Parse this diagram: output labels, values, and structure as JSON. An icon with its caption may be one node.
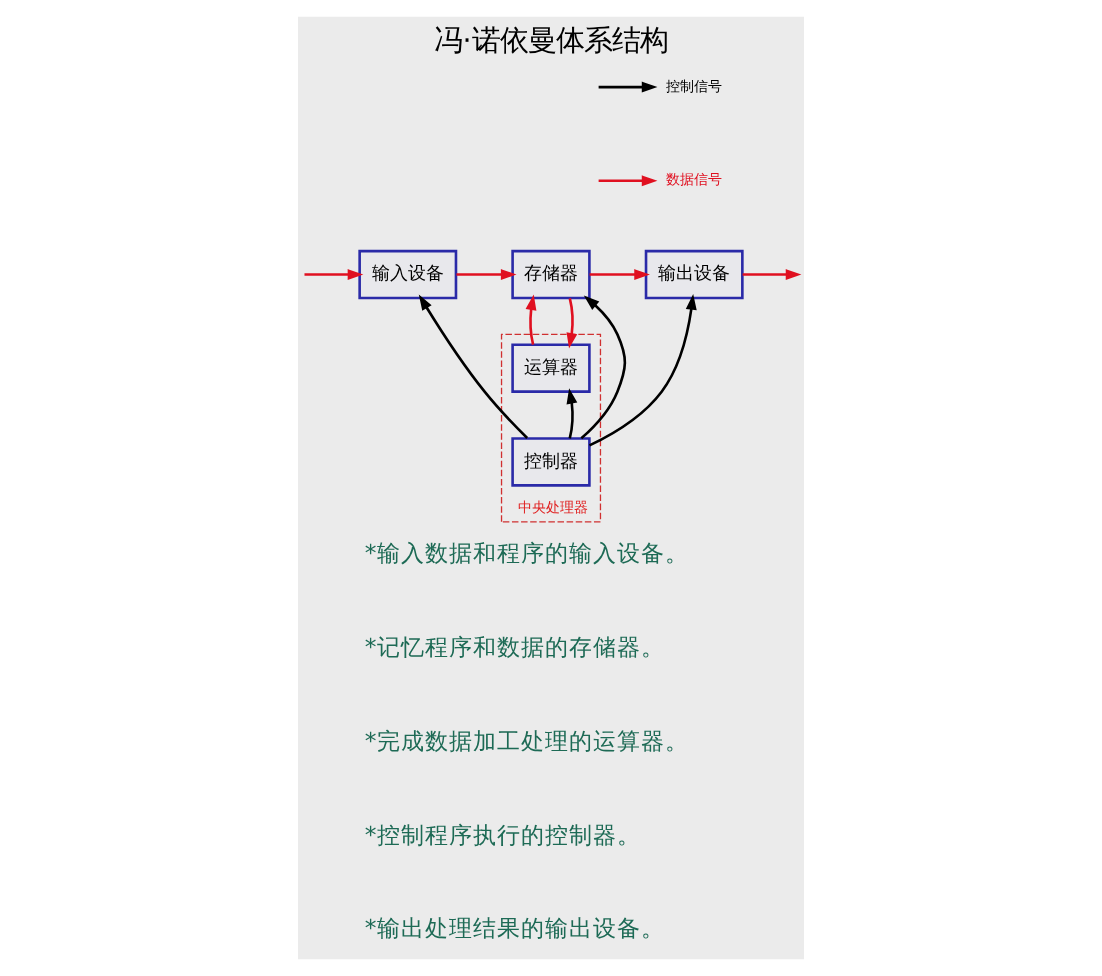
{
  "diagram": {
    "title": "冯·诺依曼体系结构",
    "nodes": [
      {
        "text": [
          "输入设备"
        ]
      },
      {
        "text": [
          "存储器"
        ]
      },
      {
        "text": [
          "输出设备"
        ]
      },
      {
        "text": [
          "中央处理器"
        ]
      },
      {
        "text": [
          "运算器"
        ],
        "in": 3
      },
      {
        "text": [
          "控制器"
        ],
        "in": 3
      }
    ],
    "edges": [
      {
        "from": null,
        "to": 0,
        "arrow": "to"
      },
      {
        "from": 0,
        "to": 1,
        "arrow": "to"
      },
      {
        "from": 1,
        "to": 2,
        "arrow": "to"
      },
      {
        "from": 2,
        "to": null,
        "arrow": "to"
      },
      {
        "from": 1,
        "to": 4,
        "arrow": "to"
      },
      {
        "from": 4,
        "to": 1,
        "arrow": "to"
      },
      {
        "from": 5,
        "to": 4,
        "arrow": "to",
        "color": "#000000"
      },
      {
        "from": 5,
        "to": 0,
        "arrow": "to",
        "color": "#000000"
      },
      {
        "from": 5,
        "to": 1,
        "arrow": "to",
        "color": "#000000"
      },
      {
        "from": 5,
        "to": 2,
        "arrow": "to",
        "color": "#000000"
      }
    ],
    "labels": [
      "*输入数据和程序的输入设备。",
      "*记忆程序和数据的存储器。",
      "*完成数据加工处理的运算器。",
      "*控制程序执行的控制器。",
      "*输出处理结果的输出设备。"
    ],
    "legend": [
      {
        "text": "控制信号"
      },
      {
        "text": "数据信号"
      }
    ]
  }
}
